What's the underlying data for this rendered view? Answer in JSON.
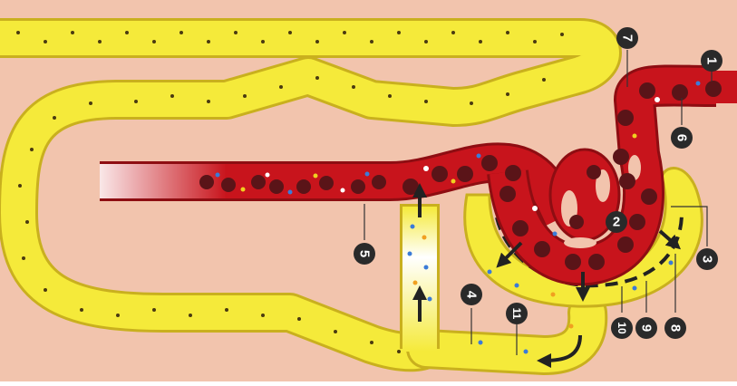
{
  "markers": [
    {
      "id": "m1",
      "text": "1"
    },
    {
      "id": "m2",
      "text": "2"
    },
    {
      "id": "m3",
      "text": "3"
    },
    {
      "id": "m4",
      "text": "4"
    },
    {
      "id": "m5",
      "text": "5"
    },
    {
      "id": "m6",
      "text": "6"
    },
    {
      "id": "m7",
      "text": "7"
    },
    {
      "id": "m8",
      "text": "8"
    },
    {
      "id": "m9",
      "text": "9"
    },
    {
      "id": "m10",
      "text": "10"
    },
    {
      "id": "m11",
      "text": "11"
    }
  ],
  "colors": {
    "background": "#f2c4ad",
    "tubule_fill": "#f5ea3a",
    "tubule_border": "#c9b01e",
    "vessel_red": "#c8141c",
    "vessel_dark": "#8e0d12",
    "blood_cell": "#5a1418",
    "marker_fill": "#2a2a2a",
    "marker_text": "#ffffff",
    "arrow": "#222222"
  }
}
